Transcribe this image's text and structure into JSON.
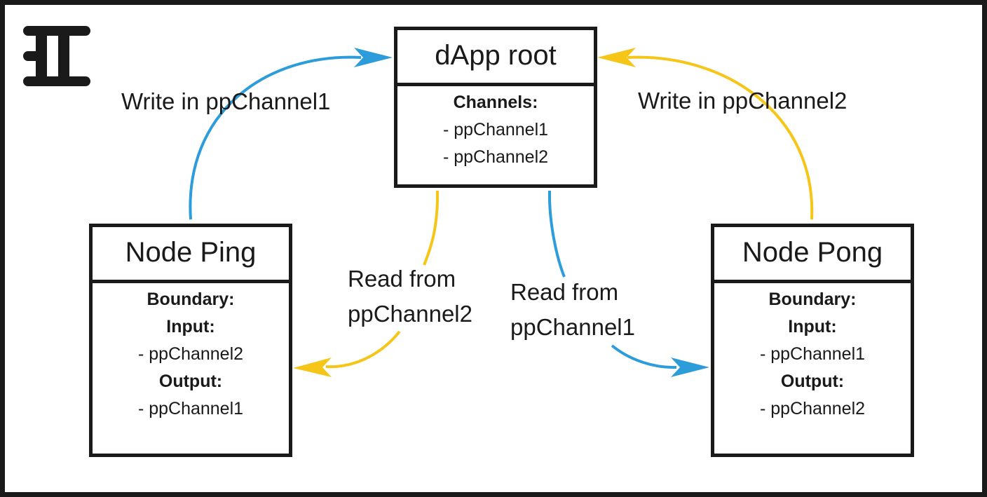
{
  "colors": {
    "blue": "#2d9cdb",
    "yellow": "#f5c518",
    "ink": "#1a1a1a"
  },
  "logo": {
    "icon": "stacked-bars-logo-icon"
  },
  "root": {
    "title": "dApp root",
    "channels_heading": "Channels:",
    "channels": [
      "- ppChannel1",
      "- ppChannel2"
    ]
  },
  "ping": {
    "title": "Node Ping",
    "boundary_heading": "Boundary:",
    "input_heading": "Input:",
    "input": "- ppChannel2",
    "output_heading": "Output:",
    "output": "- ppChannel1"
  },
  "pong": {
    "title": "Node Pong",
    "boundary_heading": "Boundary:",
    "input_heading": "Input:",
    "input": "- ppChannel1",
    "output_heading": "Output:",
    "output": "- ppChannel2"
  },
  "edges": {
    "write1": "Write in ppChannel1",
    "write2": "Write in ppChannel2",
    "read2": [
      "Read from",
      "ppChannel2"
    ],
    "read1": [
      "Read from",
      "ppChannel1"
    ]
  }
}
